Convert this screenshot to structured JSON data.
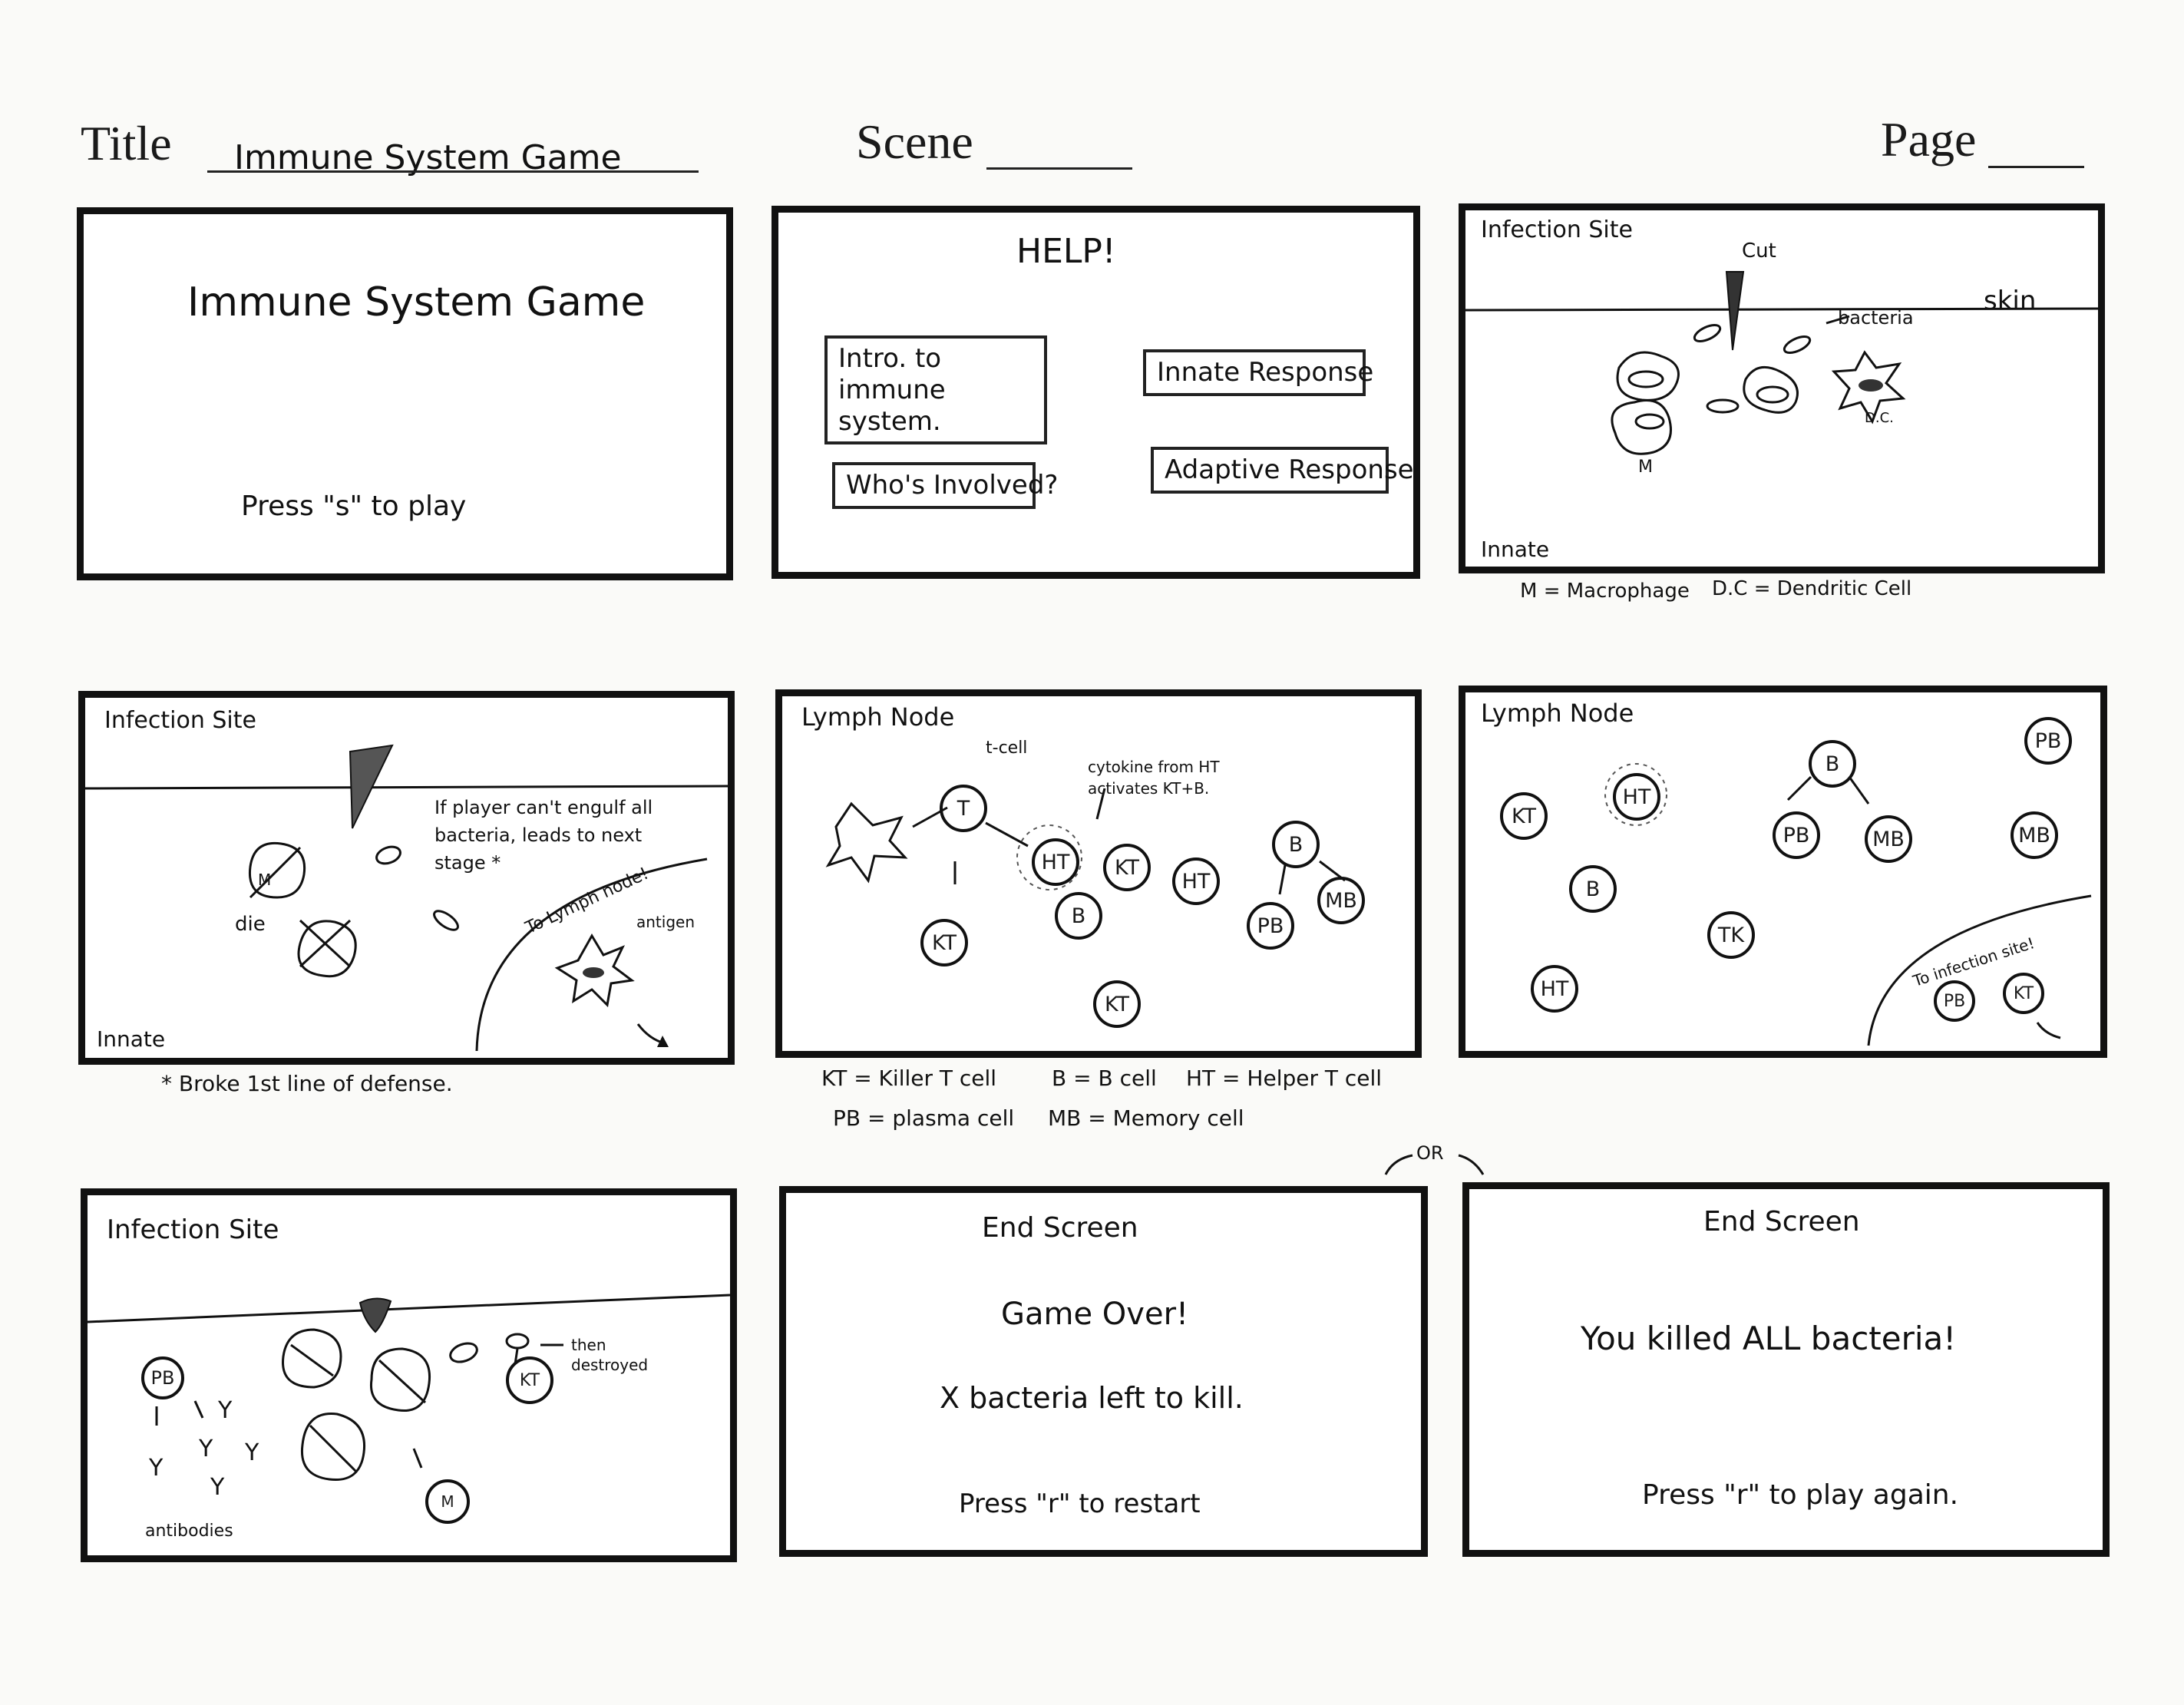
{
  "header": {
    "title_label": "Title",
    "title_value": "Immune System Game",
    "scene_label": "Scene",
    "page_label": "Page"
  },
  "or_label": "OR",
  "panels": {
    "p1": {
      "title": "Immune System Game",
      "prompt": "Press \"s\" to play"
    },
    "p2": {
      "title": "HELP!",
      "buttons": [
        "Intro. to immune system.",
        "Innate Response",
        "Who's Involved?",
        "Adaptive Response"
      ]
    },
    "p3": {
      "location": "Infection Site",
      "cut": "Cut",
      "skin": "skin",
      "bacteria": "bacteria",
      "dc": "D.C.",
      "m": "M",
      "phase": "Innate",
      "legend_m": "M = Macrophage",
      "legend_dc": "D.C = Dendritic Cell"
    },
    "p4": {
      "location": "Infection Site",
      "note": "If player can't engulf all bacteria, leads to next stage *",
      "die": "die",
      "m": "M",
      "to_lymph": "To Lymph node!",
      "antigen": "antigen",
      "phase": "Innate",
      "footnote": "* Broke 1st line of defense."
    },
    "p5": {
      "location": "Lymph Node",
      "tcell": "t-cell",
      "cytokine": "cytokine from HT activates KT+B.",
      "cells": [
        "T",
        "HT",
        "KT",
        "HT",
        "B",
        "B",
        "PB",
        "MB",
        "KT",
        "KT"
      ],
      "legend1": "KT = Killer T cell",
      "legend2": "B = B cell",
      "legend3": "HT = Helper T cell",
      "legend4": "PB = plasma cell",
      "legend5": "MB = Memory cell"
    },
    "p6": {
      "location": "Lymph Node",
      "cells": [
        "B",
        "PB",
        "PB",
        "MB",
        "MB",
        "KT",
        "HT",
        "B",
        "TK",
        "HT",
        "PB",
        "KT"
      ],
      "to_site": "To infection site!"
    },
    "p7": {
      "location": "Infection Site",
      "pb": "PB",
      "m": "M",
      "kt": "KT",
      "destroyed": "then destroyed",
      "antibodies": "antibodies"
    },
    "p8": {
      "title": "End Screen",
      "line1": "Game Over!",
      "line2": "X bacteria left to kill.",
      "prompt": "Press \"r\" to restart"
    },
    "p9": {
      "title": "End Screen",
      "line1": "You killed ALL bacteria!",
      "prompt": "Press \"r\" to play again."
    }
  }
}
